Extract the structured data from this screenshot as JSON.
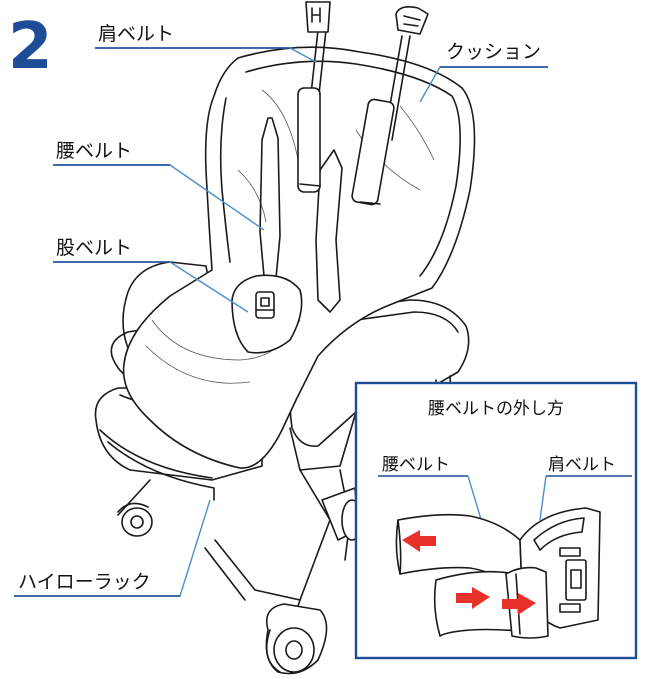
{
  "step_number": "2",
  "labels": {
    "shoulder_belt": "肩ベルト",
    "cushion": "クッション",
    "waist_belt": "腰ベルト",
    "crotch_belt": "股ベルト",
    "high_low_rack": "ハイローラック"
  },
  "inset": {
    "title": "腰ベルトの外し方",
    "waist_belt": "腰ベルト",
    "shoulder_belt": "肩ベルト"
  },
  "colors": {
    "accent_blue": "#1e4c97",
    "leader_blue": "#4a8fcf",
    "arrow_red": "#e8312a"
  }
}
